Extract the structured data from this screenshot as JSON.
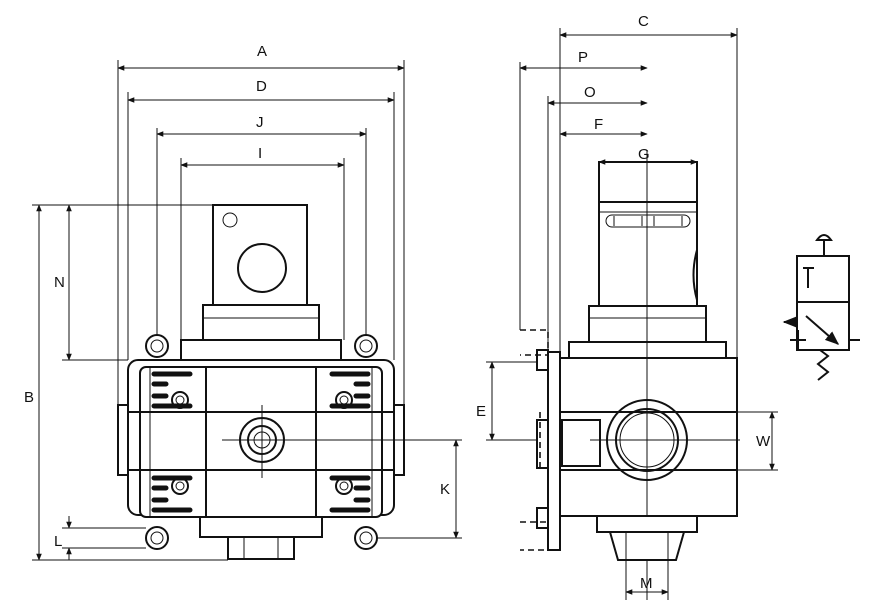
{
  "dimensions": {
    "A": "A",
    "B": "B",
    "C": "C",
    "D": "D",
    "E": "E",
    "F": "F",
    "G": "G",
    "I": "I",
    "J": "J",
    "K": "K",
    "L": "L",
    "M": "M",
    "N": "N",
    "O": "O",
    "P": "P",
    "W": "W"
  },
  "views": {
    "front": "front-view",
    "side": "side-view",
    "symbol": "valve-symbol"
  }
}
